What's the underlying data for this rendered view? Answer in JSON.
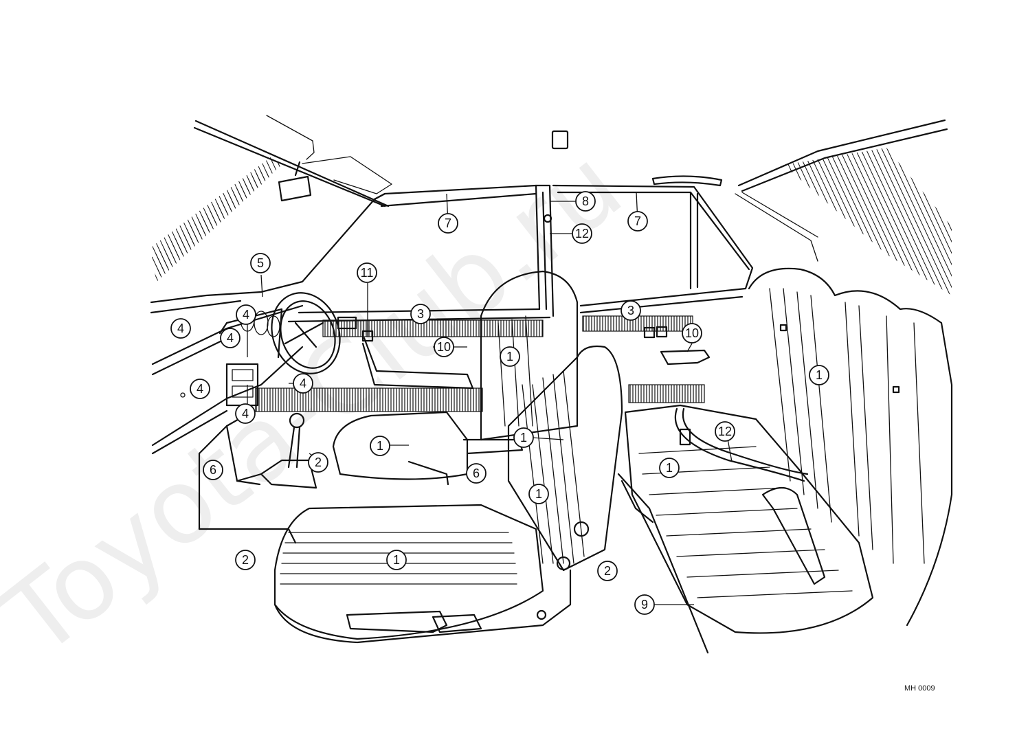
{
  "watermark": "Toyota-Club.ru",
  "figure_code": "MH 0009",
  "callouts": [
    {
      "id": "c1a",
      "text": "1"
    },
    {
      "id": "c1b",
      "text": "1"
    },
    {
      "id": "c1c",
      "text": "1"
    },
    {
      "id": "c1d",
      "text": "1"
    },
    {
      "id": "c1e",
      "text": "1"
    },
    {
      "id": "c1f",
      "text": "1"
    },
    {
      "id": "c1g",
      "text": "1"
    },
    {
      "id": "c2a",
      "text": "2"
    },
    {
      "id": "c2b",
      "text": "2"
    },
    {
      "id": "c2c",
      "text": "2"
    },
    {
      "id": "c3a",
      "text": "3"
    },
    {
      "id": "c3b",
      "text": "3"
    },
    {
      "id": "c4a",
      "text": "4"
    },
    {
      "id": "c4b",
      "text": "4"
    },
    {
      "id": "c4c",
      "text": "4"
    },
    {
      "id": "c4d",
      "text": "4"
    },
    {
      "id": "c4e",
      "text": "4"
    },
    {
      "id": "c4f",
      "text": "4"
    },
    {
      "id": "c5",
      "text": "5"
    },
    {
      "id": "c6a",
      "text": "6"
    },
    {
      "id": "c6b",
      "text": "6"
    },
    {
      "id": "c7a",
      "text": "7"
    },
    {
      "id": "c7b",
      "text": "7"
    },
    {
      "id": "c8",
      "text": "8"
    },
    {
      "id": "c9",
      "text": "9"
    },
    {
      "id": "c10a",
      "text": "10"
    },
    {
      "id": "c10b",
      "text": "10"
    },
    {
      "id": "c11",
      "text": "11"
    },
    {
      "id": "c12a",
      "text": "12"
    },
    {
      "id": "c12b",
      "text": "12"
    }
  ]
}
